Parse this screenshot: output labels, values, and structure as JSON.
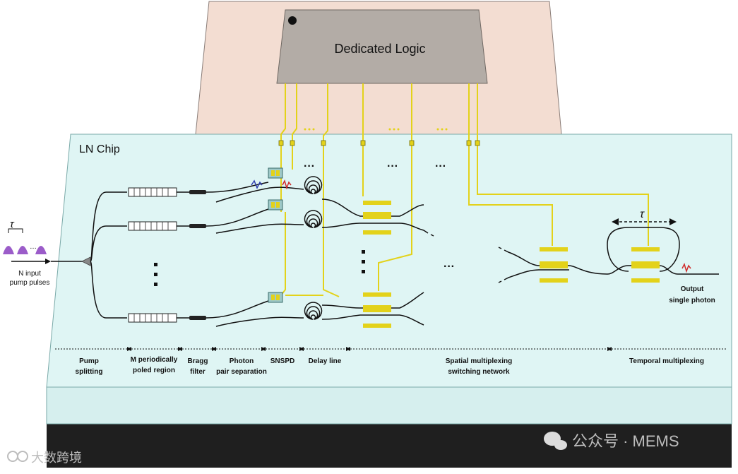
{
  "logic_label": "Dedicated Logic",
  "chip_label": "LN Chip",
  "input": {
    "tau": "τ",
    "label_line1": "N input",
    "label_line2": "pump pulses"
  },
  "output": {
    "tau": "τ",
    "label_line1": "Output",
    "label_line2": "single photon"
  },
  "sections": [
    {
      "line1": "Pump",
      "line2": "splitting"
    },
    {
      "line1": "M periodically",
      "line2": "poled region"
    },
    {
      "line1": "Bragg",
      "line2": "filter"
    },
    {
      "line1": "Photon",
      "line2": "pair separation"
    },
    {
      "line1": "SNSPD",
      "line2": ""
    },
    {
      "line1": "Delay line",
      "line2": ""
    },
    {
      "line1": "Spatial multiplexing",
      "line2": "switching network"
    },
    {
      "line1": "Temporal multiplexing",
      "line2": ""
    }
  ],
  "ellipsis": "···",
  "watermark_right": "公众号 · MEMS",
  "watermark_left": "大数跨境",
  "colors": {
    "chip_top": "#dff5f4",
    "chip_front": "#ddf4f3",
    "chip_base": "#1f1f1f",
    "logic_box": "#b3aca6",
    "backboard": "#f3ddd2",
    "wire": "#e3d21a",
    "pulse": "#9b5cc9",
    "red_photon": "#d02a2a",
    "blue_photon": "#2f3fb0"
  }
}
